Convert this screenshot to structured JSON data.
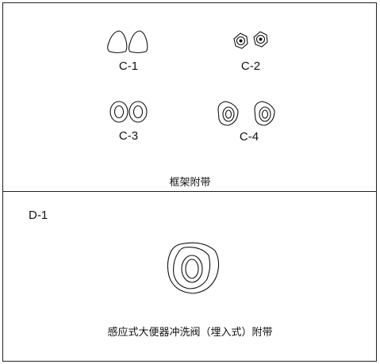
{
  "section_c": {
    "parts": [
      {
        "label": "C-1",
        "icon": "cone-pair-icon"
      },
      {
        "label": "C-2",
        "icon": "nut-pair-icon"
      },
      {
        "label": "C-3",
        "icon": "washer-pair-icon"
      },
      {
        "label": "C-4",
        "icon": "grommet-pair-icon"
      }
    ],
    "caption": "框架附带"
  },
  "section_d": {
    "label": "D-1",
    "icon": "flush-connector-icon",
    "caption": "感应式大便器冲洗阀（埋入式）附带"
  }
}
